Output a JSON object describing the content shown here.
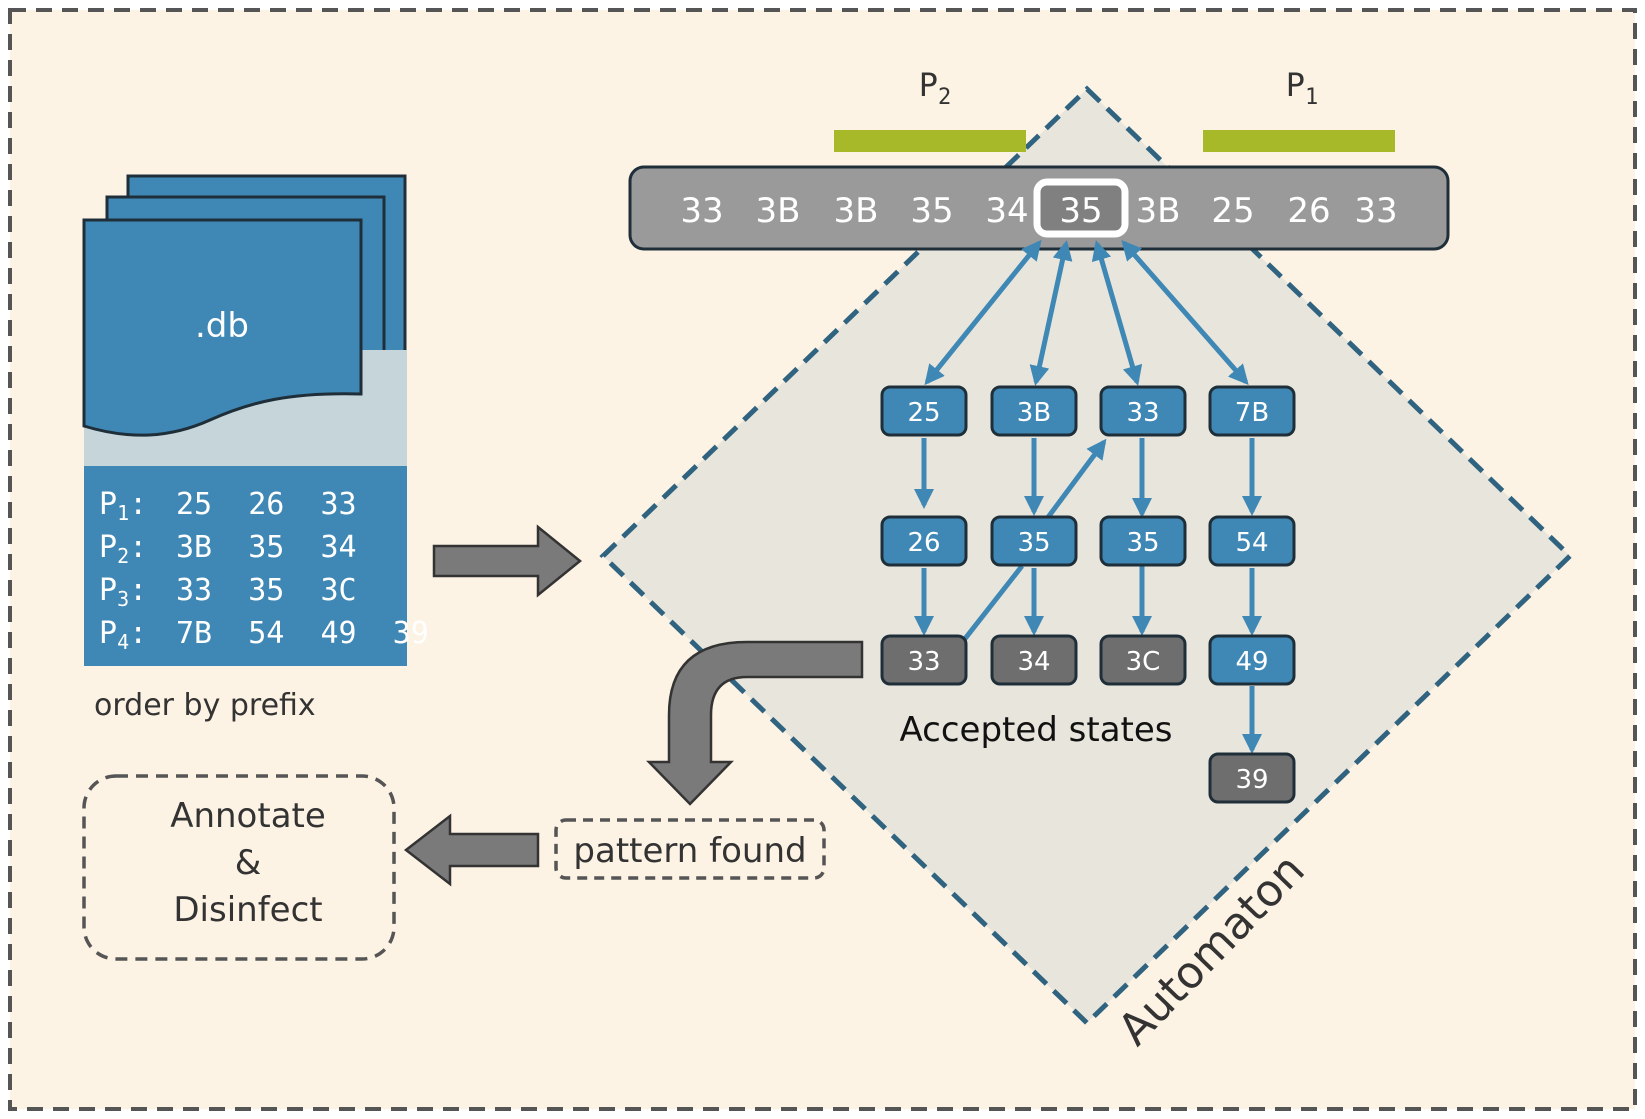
{
  "colors": {
    "background": "#fdf3e4",
    "frame_border": "#555555",
    "doc_blue": "#3f87b4",
    "doc_dark": "#1f2f3a",
    "doc_light": "#c6d5d9",
    "state_blue": "#3f87b4",
    "state_gray": "#6e6e6e",
    "tape_gray": "#9a9a9a",
    "pattern_bar": "#a7b928",
    "diamond_fill": "#e8e6dc",
    "diamond_border": "#2f6380",
    "arrow_gray": "#7a7a7a"
  },
  "database": {
    "label": ".db",
    "patterns": [
      {
        "name": "P",
        "sub": "1",
        "bytes": "25  26  33"
      },
      {
        "name": "P",
        "sub": "2",
        "bytes": "3B  35  34"
      },
      {
        "name": "P",
        "sub": "3",
        "bytes": "33  35  3C"
      },
      {
        "name": "P",
        "sub": "4",
        "bytes": "7B  54  49  39"
      }
    ],
    "caption": "order by prefix"
  },
  "input_tape": {
    "bytes": [
      "33",
      "3B",
      "3B",
      "35",
      "34",
      "35",
      "3B",
      "25",
      "26",
      "33"
    ],
    "cursor_index": 5,
    "pattern_markers": [
      {
        "name": "P",
        "sub": "2"
      },
      {
        "name": "P",
        "sub": "1"
      }
    ]
  },
  "automaton": {
    "label": "Automaton",
    "accepted_label": "Accepted states",
    "states": [
      {
        "id": "c1r1",
        "label": "25",
        "kind": "normal"
      },
      {
        "id": "c2r1",
        "label": "3B",
        "kind": "normal"
      },
      {
        "id": "c3r1",
        "label": "33",
        "kind": "normal"
      },
      {
        "id": "c4r1",
        "label": "7B",
        "kind": "normal"
      },
      {
        "id": "c1r2",
        "label": "26",
        "kind": "normal"
      },
      {
        "id": "c2r2",
        "label": "35",
        "kind": "normal"
      },
      {
        "id": "c3r2",
        "label": "35",
        "kind": "normal"
      },
      {
        "id": "c4r2",
        "label": "54",
        "kind": "normal"
      },
      {
        "id": "c1r3",
        "label": "33",
        "kind": "accepted"
      },
      {
        "id": "c2r3",
        "label": "34",
        "kind": "accepted"
      },
      {
        "id": "c3r3",
        "label": "3C",
        "kind": "accepted"
      },
      {
        "id": "c4r3",
        "label": "49",
        "kind": "normal"
      },
      {
        "id": "c4r4",
        "label": "39",
        "kind": "accepted"
      }
    ]
  },
  "pattern_found_label": "pattern found",
  "action": {
    "line1": "Annotate",
    "line2": "&",
    "line3": "Disinfect"
  }
}
